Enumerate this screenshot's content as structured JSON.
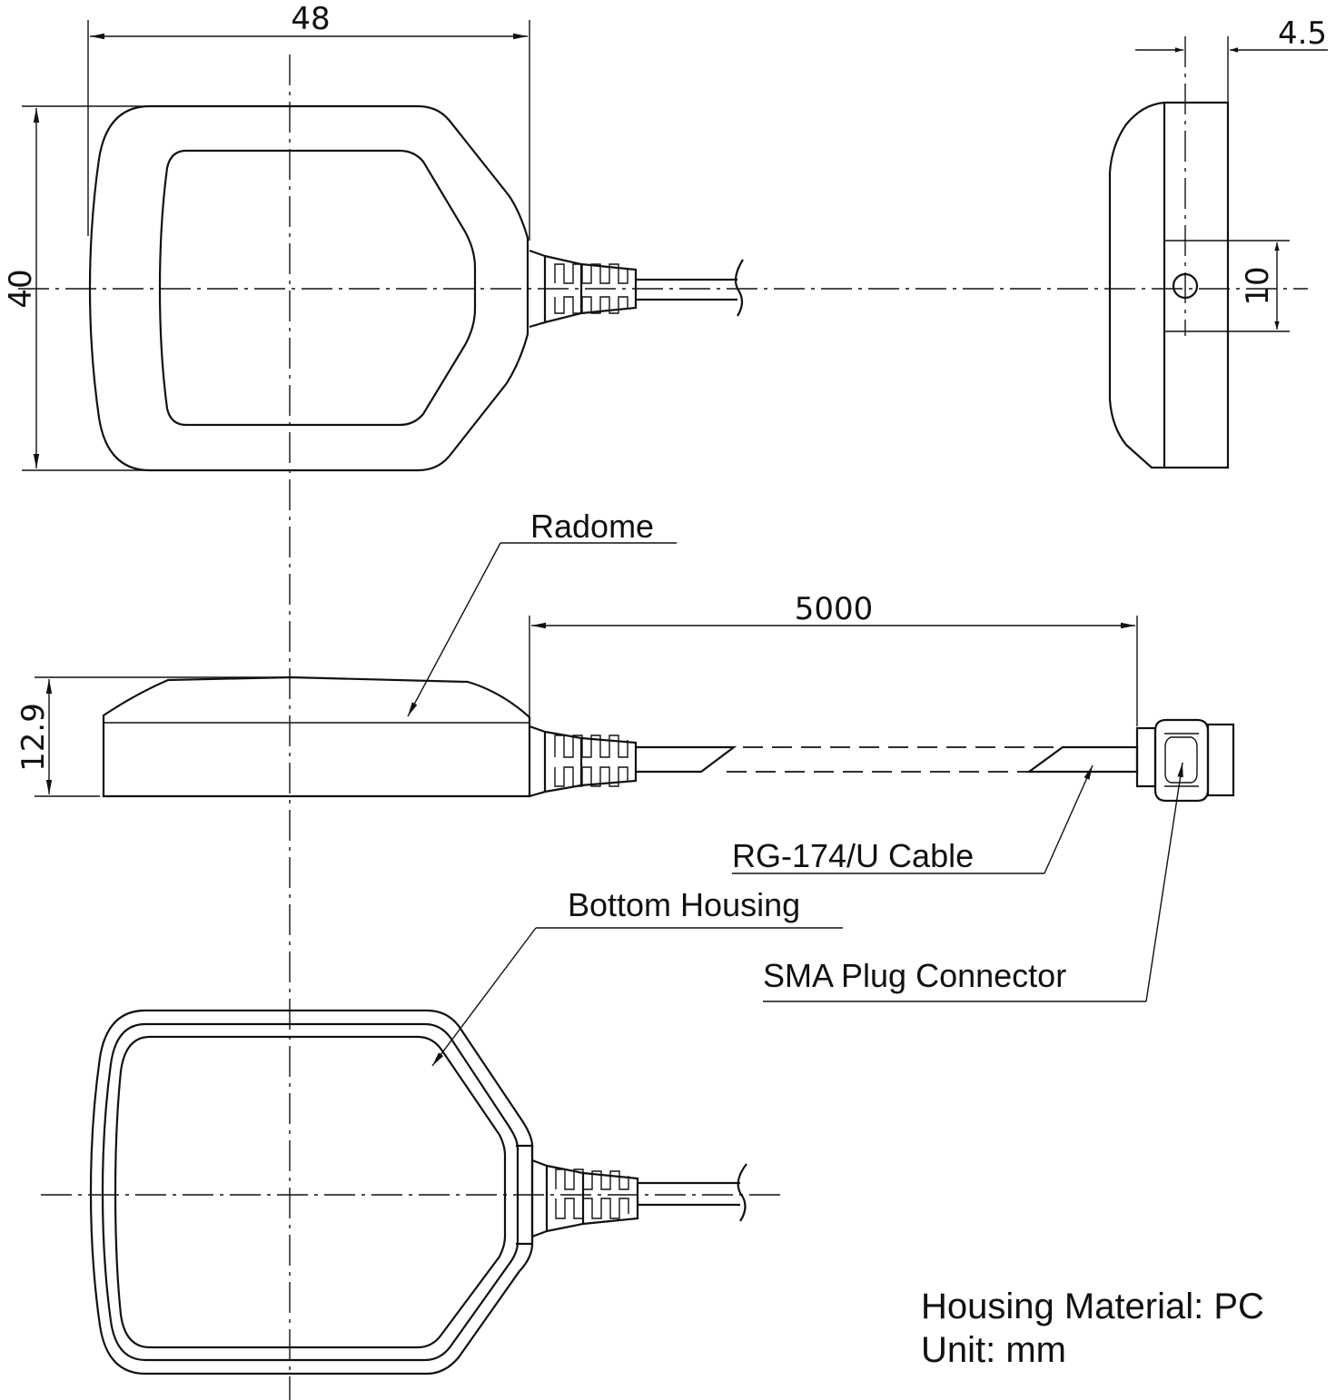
{
  "dimensions": {
    "width": "48",
    "height": "40",
    "depth_side": "4.5",
    "connector_height": "10",
    "thickness": "12.9",
    "cable_length": "5000"
  },
  "labels": {
    "radome": "Radome",
    "cable": "RG-174/U Cable",
    "bottom_housing": "Bottom Housing",
    "connector": "SMA Plug Connector"
  },
  "notes": {
    "material": "Housing Material: PC",
    "unit": "Unit: mm"
  }
}
